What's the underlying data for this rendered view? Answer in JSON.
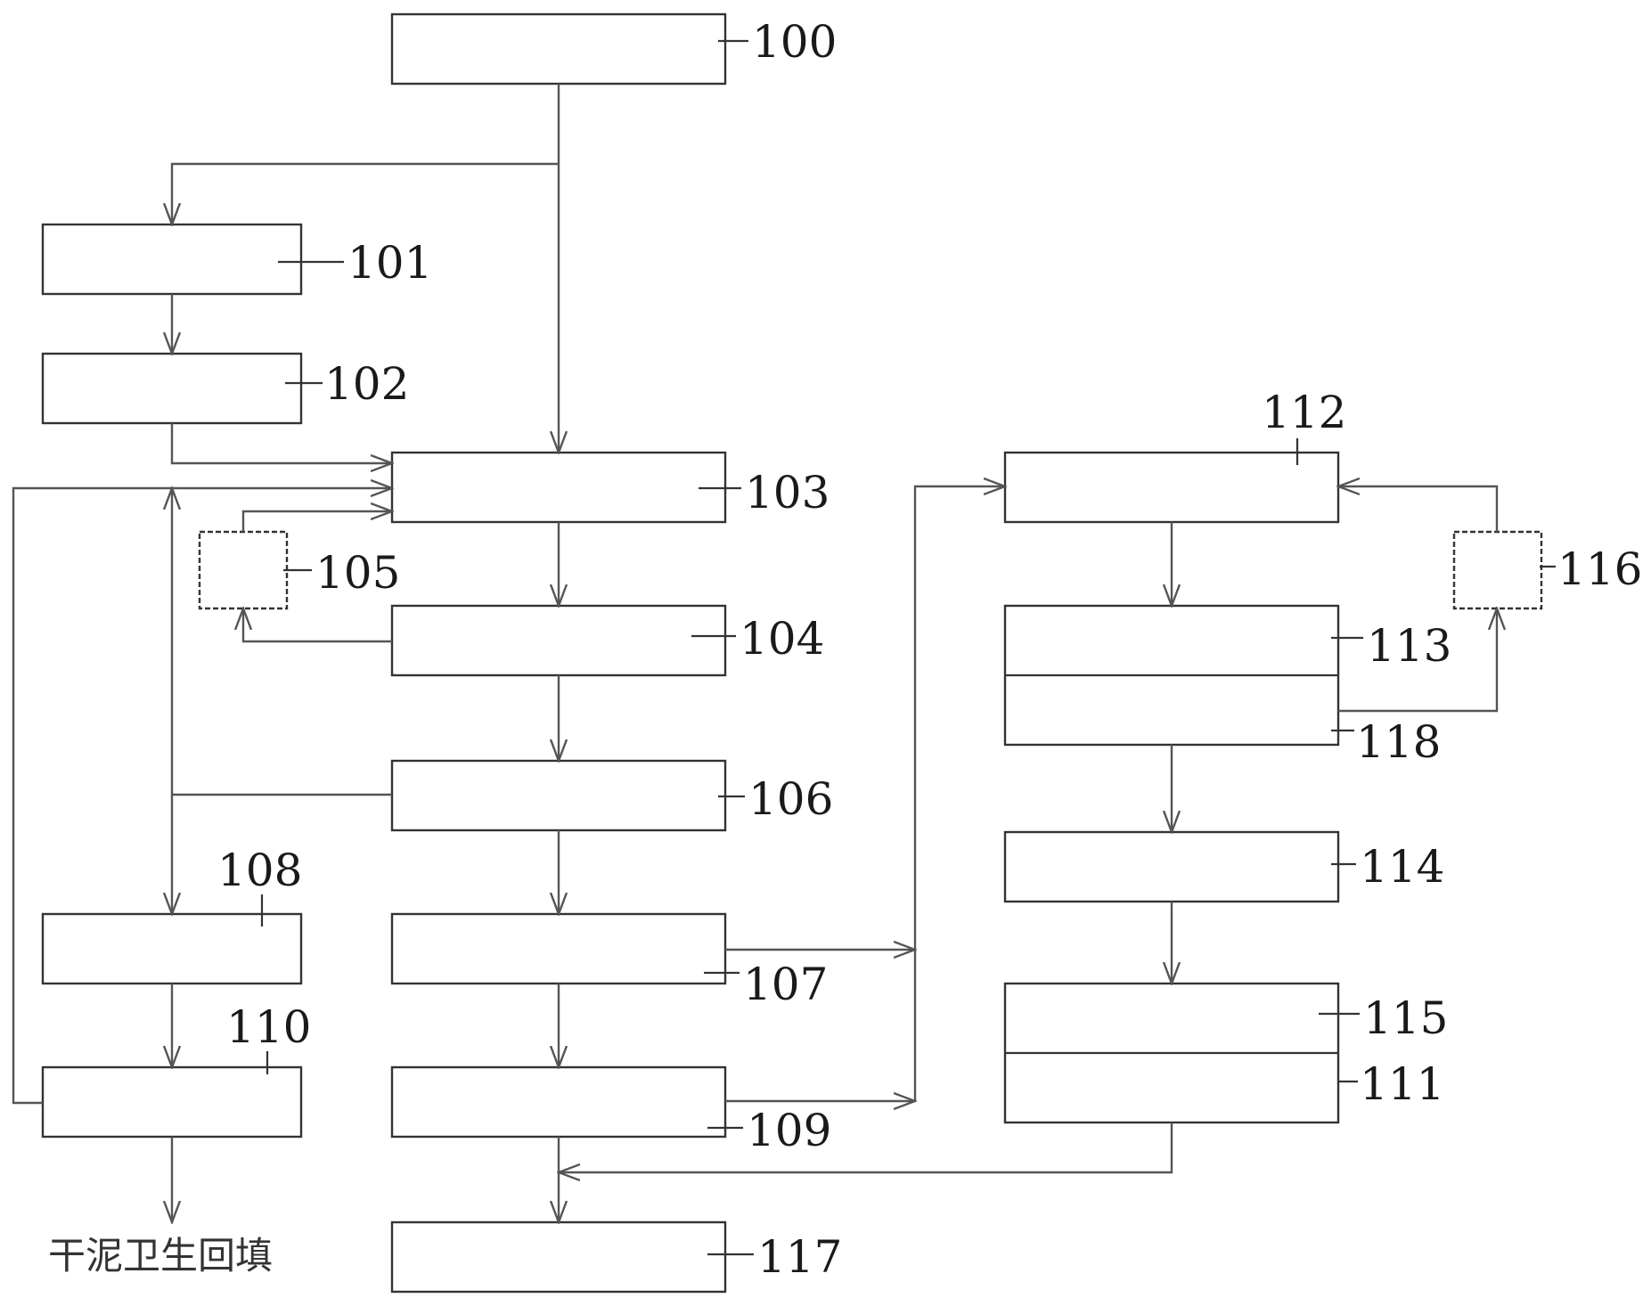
{
  "labels": {
    "n100": "100",
    "n101": "101",
    "n102": "102",
    "n103": "103",
    "n104": "104",
    "n105": "105",
    "n106": "106",
    "n107": "107",
    "n108": "108",
    "n109": "109",
    "n110": "110",
    "n111": "111",
    "n112": "112",
    "n113": "113",
    "n114": "114",
    "n115": "115",
    "n116": "116",
    "n117": "117",
    "n118": "118"
  },
  "caption": "干泥卫生回填",
  "colors": {
    "stroke": "#333333",
    "arrow": "#555555",
    "text": "#1a1a1a"
  }
}
